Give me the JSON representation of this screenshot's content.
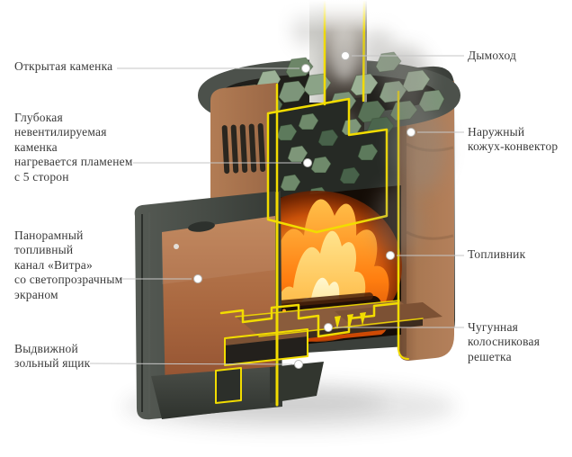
{
  "colors": {
    "background": "#ffffff",
    "cut_highlight": "#f2dc00",
    "leader_line": "#c6c6c6",
    "label_text": "#3a3a3a",
    "casing_brown": "#a9764f",
    "frame_gray": "#474b46",
    "stones_green": "#7d957a",
    "flame_orange": "#ff8c1a",
    "smoke_gray": "#96948f"
  },
  "labels": {
    "left": [
      {
        "id": "open-heater",
        "text": "Открытая каменка"
      },
      {
        "id": "deep-heater",
        "text": "Глубокая\nневентилируемая\nкаменка\nнагревается пламенем\nс 5 сторон"
      },
      {
        "id": "panoramic-channel",
        "text": "Панорамный\nтопливный\nканал «Витра»\nсо светопрозрачным\nэкраном"
      },
      {
        "id": "ash-box",
        "text": "Выдвижной\nзольный ящик"
      }
    ],
    "right": [
      {
        "id": "chimney",
        "text": "Дымоход"
      },
      {
        "id": "convector",
        "text": "Наружный\nкожух-конвектор"
      },
      {
        "id": "firebox",
        "text": "Топливник"
      },
      {
        "id": "grate",
        "text": "Чугунная\nколосниковая\nрешетка"
      }
    ]
  }
}
